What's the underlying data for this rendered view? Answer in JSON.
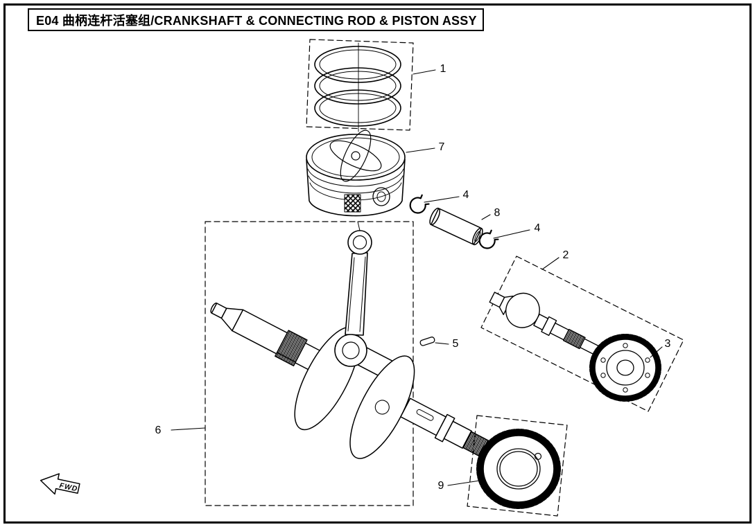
{
  "colors": {
    "ink": "#000000",
    "background": "#ffffff"
  },
  "header": {
    "title": "E04 曲柄连杆活塞组/CRANKSHAFT & CONNECTING  ROD & PISTON ASSY"
  },
  "diagram": {
    "fwd_label": "FWD",
    "callouts": [
      {
        "label": "1"
      },
      {
        "label": "7"
      },
      {
        "label": "4"
      },
      {
        "label": "8"
      },
      {
        "label": "4"
      },
      {
        "label": "2"
      },
      {
        "label": "5"
      },
      {
        "label": "3"
      },
      {
        "label": "6"
      },
      {
        "label": "9"
      }
    ]
  }
}
